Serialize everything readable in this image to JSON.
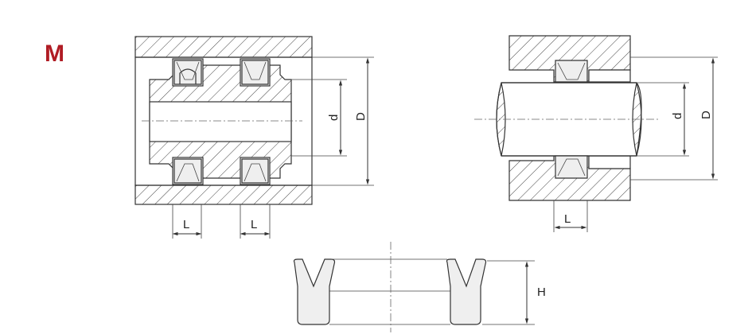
{
  "type_code": "M",
  "colors": {
    "type_code": "#b01c24",
    "lines": "#333333"
  },
  "labels": {
    "piston_d": "d",
    "piston_D": "D",
    "piston_L1": "L",
    "piston_L2": "L",
    "rod_d": "d",
    "rod_D": "D",
    "rod_L": "L",
    "section_H": "H"
  }
}
